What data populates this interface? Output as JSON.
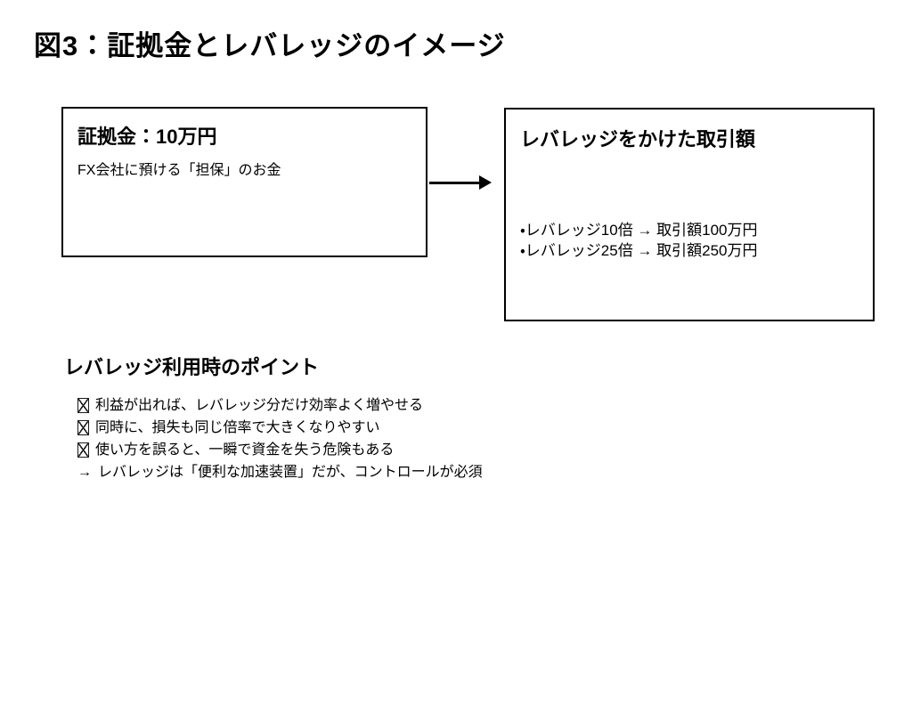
{
  "figure": {
    "title": "図3：証拠金とレバレッジのイメージ"
  },
  "margin_box": {
    "heading": "証拠金：10万円",
    "subtext": "FX会社に預ける「担保」のお金"
  },
  "leverage_box": {
    "heading": "レバレッジをかけた取引額",
    "items": [
      "・レバレッジ10倍 → 取引額100万円",
      "・レバレッジ25倍 → 取引額250万円"
    ]
  },
  "points": {
    "heading": "レバレッジ利用時のポイント",
    "arrow_marker": "→",
    "items": [
      "利益が出れば、レバレッジ分だけ効率よく増やせる",
      "同時に、損失も同じ倍率で大きくなりやすい",
      "使い方を誤ると、一瞬で資金を失う危険もある",
      "レバレッジは「便利な加速装置」だが、コントロールが必須"
    ]
  },
  "colors": {
    "background": "#ffffff",
    "border": "#000000",
    "text": "#000000"
  }
}
